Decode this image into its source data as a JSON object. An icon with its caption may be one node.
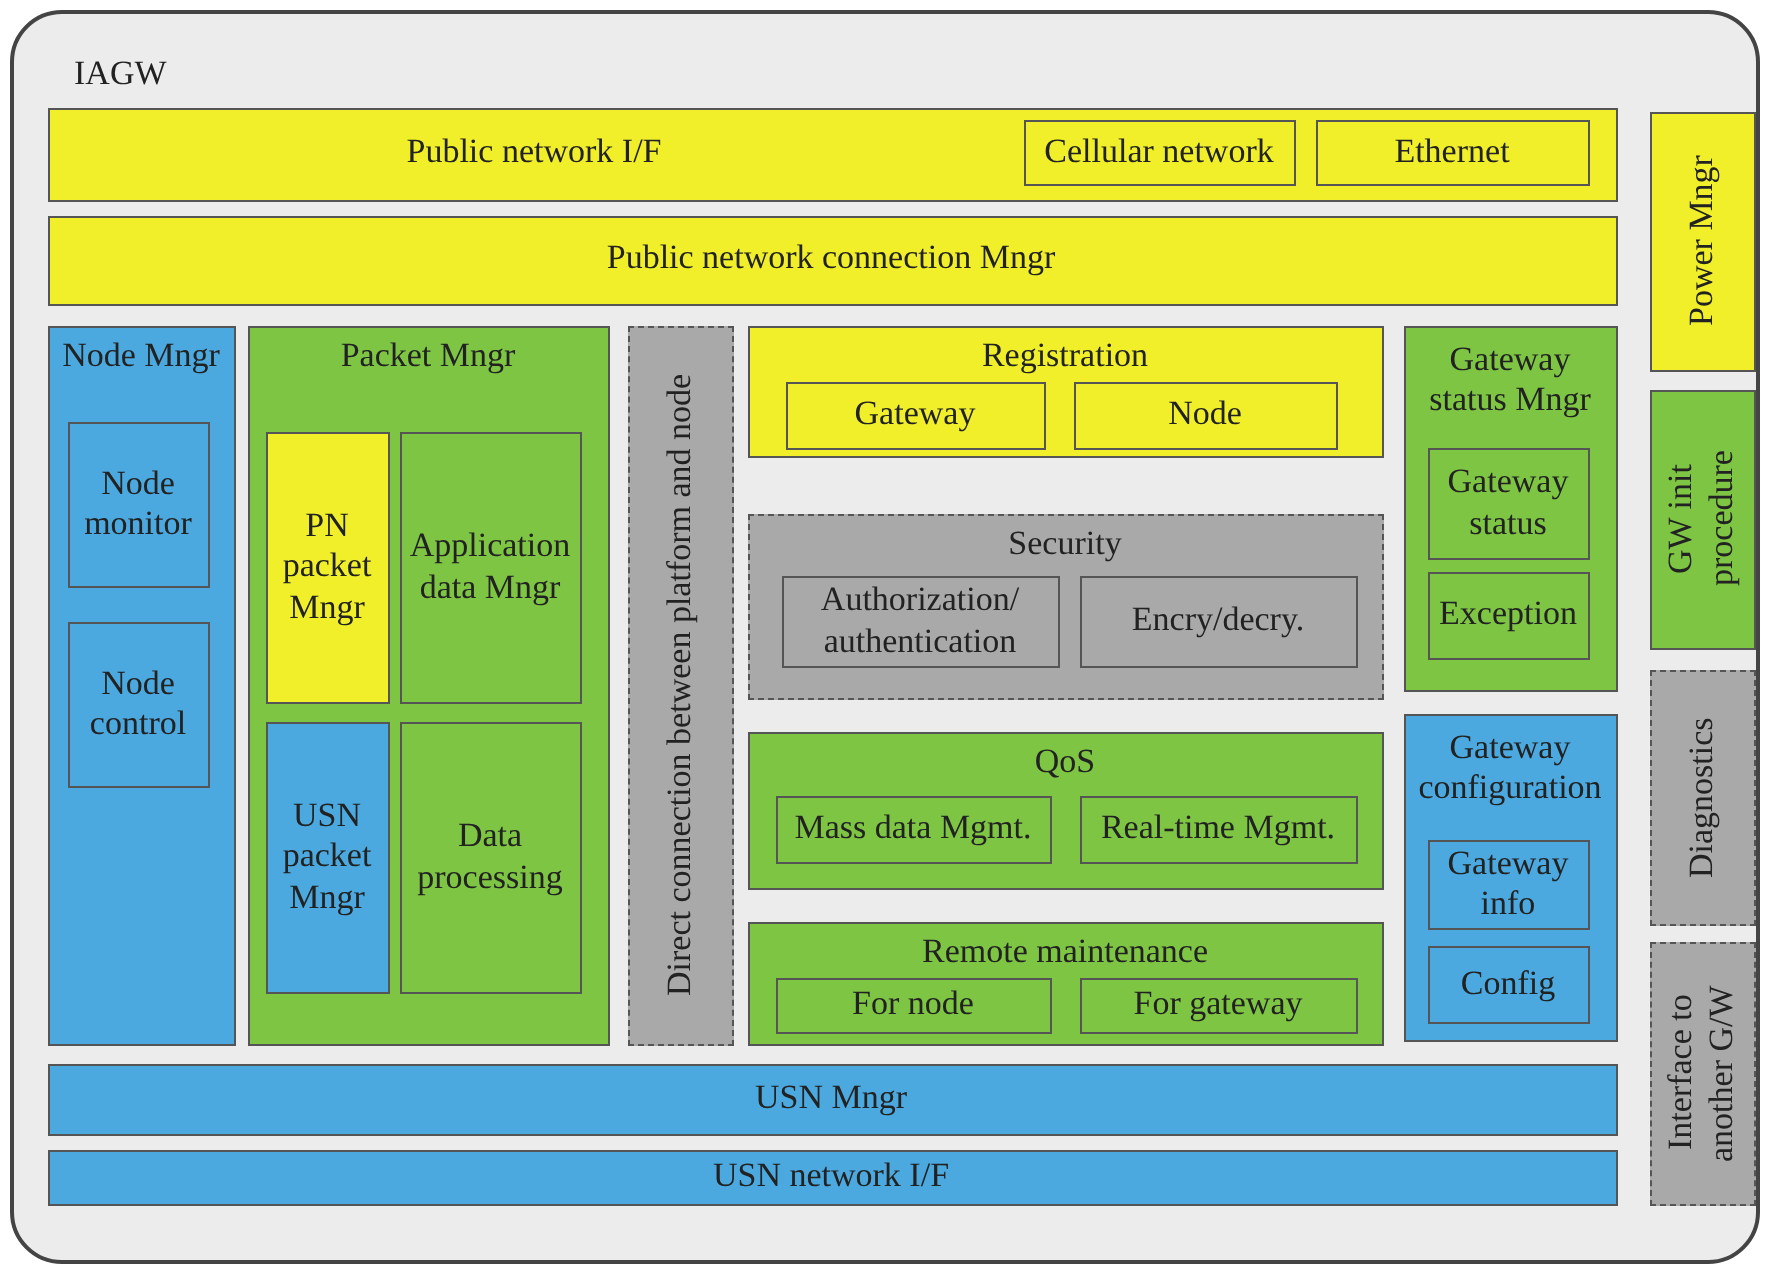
{
  "diagram": {
    "nodes": [
      {
        "text": [
          "IAGW"
        ]
      },
      {
        "text": [
          "Public network I/F"
        ],
        "in": 0
      },
      {
        "text": [
          "Cellular network"
        ],
        "in": 1
      },
      {
        "text": [
          "Ethernet"
        ],
        "in": 1
      },
      {
        "text": [
          "Public network connection Mngr"
        ],
        "in": 0
      },
      {
        "text": [
          "Node Mngr"
        ],
        "in": 0
      },
      {
        "text": [
          "Node monitor"
        ],
        "in": 5
      },
      {
        "text": [
          "Node control"
        ],
        "in": 5
      },
      {
        "text": [
          "Packet Mngr"
        ],
        "in": 0
      },
      {
        "text": [
          "PN packet Mngr"
        ],
        "in": 8
      },
      {
        "text": [
          "Application data Mngr"
        ],
        "in": 8
      },
      {
        "text": [
          "USN packet Mngr"
        ],
        "in": 8
      },
      {
        "text": [
          "Data processing"
        ],
        "in": 8
      },
      {
        "text": [
          "Direct connection between platform and node"
        ],
        "in": 0
      },
      {
        "text": [
          "Registration"
        ],
        "in": 0
      },
      {
        "text": [
          "Gateway"
        ],
        "in": 14
      },
      {
        "text": [
          "Node"
        ],
        "in": 14
      },
      {
        "text": [
          "Security"
        ],
        "in": 0
      },
      {
        "text": [
          "Authorization/ authentication"
        ],
        "in": 17
      },
      {
        "text": [
          "Encry/decry."
        ],
        "in": 17
      },
      {
        "text": [
          "QoS"
        ],
        "in": 0
      },
      {
        "text": [
          "Mass data Mgmt."
        ],
        "in": 20
      },
      {
        "text": [
          "Real-time Mgmt."
        ],
        "in": 20
      },
      {
        "text": [
          "Remote maintenance"
        ],
        "in": 0
      },
      {
        "text": [
          "For node"
        ],
        "in": 23
      },
      {
        "text": [
          "For gateway"
        ],
        "in": 23
      },
      {
        "text": [
          "Gateway status Mngr"
        ],
        "in": 0
      },
      {
        "text": [
          "Gateway status"
        ],
        "in": 26
      },
      {
        "text": [
          "Exception"
        ],
        "in": 26
      },
      {
        "text": [
          "Gateway configuration"
        ],
        "in": 0
      },
      {
        "text": [
          "Gateway info"
        ],
        "in": 29
      },
      {
        "text": [
          "Config"
        ],
        "in": 29
      },
      {
        "text": [
          "USN Mngr"
        ],
        "in": 0
      },
      {
        "text": [
          "USN network I/F"
        ],
        "in": 0
      },
      {
        "text": [
          "Power Mngr"
        ],
        "in": 0
      },
      {
        "text": [
          "GW init procedure"
        ],
        "in": 0
      },
      {
        "text": [
          "Diagnostics"
        ],
        "in": 0
      },
      {
        "text": [
          "Interface to another G/W"
        ],
        "in": 0
      }
    ]
  }
}
